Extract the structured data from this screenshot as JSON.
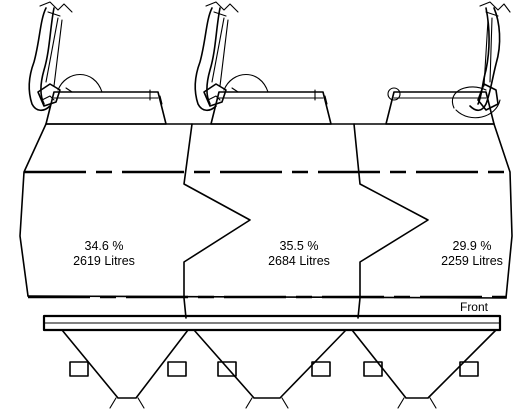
{
  "compartments": [
    {
      "percent": "34.6 %",
      "volume": "2619 Litres"
    },
    {
      "percent": "35.5 %",
      "volume": "2684 Litres"
    },
    {
      "percent": "29.9 %",
      "volume": "2259 Litres"
    }
  ],
  "orientation_label": "Front"
}
